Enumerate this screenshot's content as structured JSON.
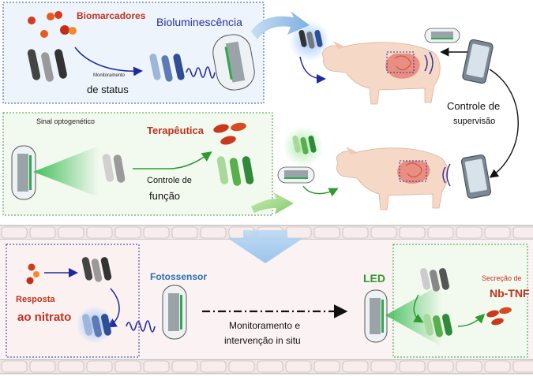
{
  "top_left": {
    "biomarkers": "Biomarcadores",
    "bioluminescence": "Bioluminescência",
    "monitoring_small": "Monitoramento",
    "status": "de status"
  },
  "middle_left": {
    "optogenetic_signal": "Sinal optogenético",
    "therapeutic": "Terapêutica",
    "control_of": "Controle de",
    "function": "função"
  },
  "right": {
    "supervision_control": "Controle de",
    "supervision": "supervisão"
  },
  "bottom": {
    "response": "Resposta",
    "nitrate": "ao nitrato",
    "photosensor": "Fotossensor",
    "monitoring_in_situ_1": "Monitoramento e",
    "monitoring_in_situ_2": "intervenção in situ",
    "led": "LED",
    "secretion": "Secreção de",
    "nb_tnf": "Nb-TNF"
  },
  "colors": {
    "blue_text": "#2b2f9c",
    "red_text": "#c0321f",
    "green_text": "#2f9a2f",
    "blue_panel": "#eef4fb",
    "green_panel": "#f2f9ef",
    "pink_panel": "#fbf1f1"
  }
}
